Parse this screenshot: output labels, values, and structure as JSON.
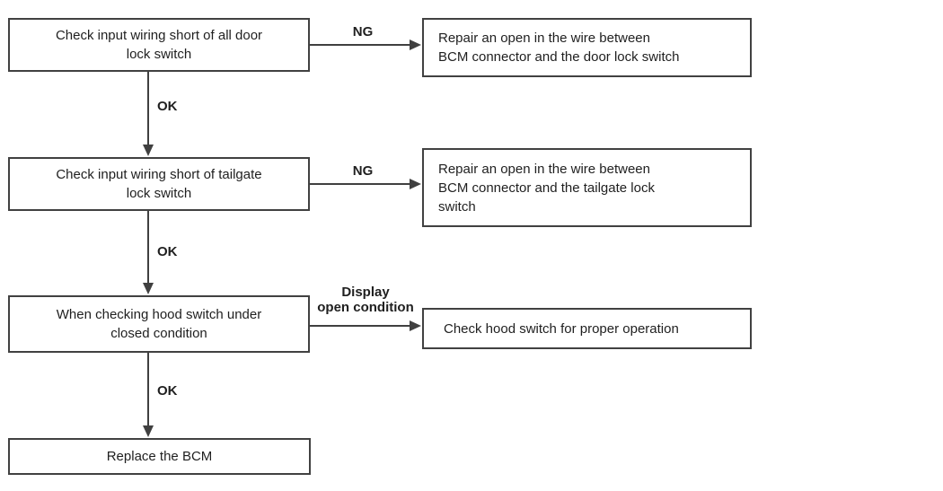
{
  "flowchart": {
    "nodes": {
      "check_door_lock": {
        "lines": [
          "Check input wiring short of all door",
          "lock switch"
        ]
      },
      "check_tailgate_lock": {
        "lines": [
          "Check input wiring short of tailgate",
          "lock switch"
        ]
      },
      "check_hood_closed": {
        "lines": [
          "When checking hood switch under",
          "closed condition"
        ]
      },
      "replace_bcm": {
        "lines": [
          "Replace the BCM"
        ]
      },
      "repair_door_wire": {
        "lines": [
          "Repair an open in the wire between",
          "BCM connector and the door lock switch"
        ]
      },
      "repair_tailgate_wire": {
        "lines": [
          "Repair an open in the wire between",
          "BCM connector and the tailgate lock",
          "switch"
        ]
      },
      "check_hood_operation": {
        "lines": [
          "Check hood switch for proper operation"
        ]
      }
    },
    "edge_labels": {
      "ng1": "NG",
      "ng2": "NG",
      "ok1": "OK",
      "ok2": "OK",
      "ok3": "OK",
      "display_open": {
        "lines": [
          "Display",
          "open condition"
        ]
      }
    },
    "colors": {
      "background": "#ffffff",
      "line": "#404040",
      "border": "#414141",
      "text": "#1f1f1f"
    }
  }
}
